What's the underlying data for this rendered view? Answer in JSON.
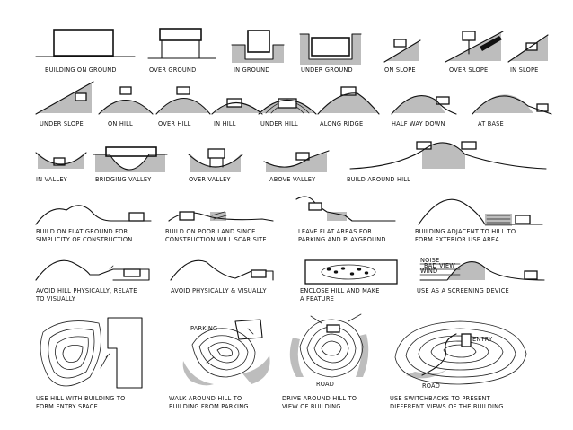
{
  "row1": [
    "BUILDING ON GROUND",
    "OVER GROUND",
    "IN GROUND",
    "UNDER GROUND",
    "ON SLOPE",
    "OVER SLOPE",
    "IN SLOPE"
  ],
  "row2": [
    "UNDER SLOPE",
    "ON HILL",
    "OVER HILL",
    "IN HILL",
    "UNDER HILL",
    "ALONG RIDGE",
    "HALF WAY DOWN",
    "AT BASE"
  ],
  "row3": [
    "IN VALLEY",
    "BRIDGING VALLEY",
    "OVER VALLEY",
    "ABOVE VALLEY",
    "BUILD AROUND HILL"
  ],
  "row4": [
    [
      "BUILD ON FLAT GROUND FOR",
      "SIMPLICITY OF CONSTRUCTION"
    ],
    [
      "BUILD ON POOR LAND SINCE",
      "CONSTRUCTION WILL SCAR SITE"
    ],
    [
      "LEAVE FLAT AREAS FOR",
      "PARKING AND PLAYGROUND"
    ],
    [
      "BUILDING ADJACENT TO HILL TO",
      "FORM EXTERIOR USE AREA"
    ]
  ],
  "row5": [
    [
      "AVOID HILL PHYSICALLY, RELATE",
      "TO VISUALLY"
    ],
    [
      "AVOID PHYSICALLY & VISUALLY"
    ],
    [
      "ENCLOSE HILL AND MAKE",
      "A FEATURE"
    ],
    [
      "USE AS A SCREENING DEVICE"
    ]
  ],
  "row5_annot": [
    "NOISE",
    "BAD VIEW",
    "WIND"
  ],
  "row6": [
    [
      "USE HILL WITH BUILDING TO",
      "FORM ENTRY SPACE"
    ],
    [
      "WALK AROUND HILL TO",
      "BUILDING FROM PARKING"
    ],
    [
      "DRIVE AROUND HILL TO",
      "VIEW OF BUILDING"
    ],
    [
      "USE SWITCHBACKS TO PRESENT",
      "DIFFERENT VIEWS OF THE BUILDING"
    ]
  ],
  "row6_annot": [
    "PARKING",
    "ROAD",
    "ENTRY",
    "ROAD"
  ]
}
